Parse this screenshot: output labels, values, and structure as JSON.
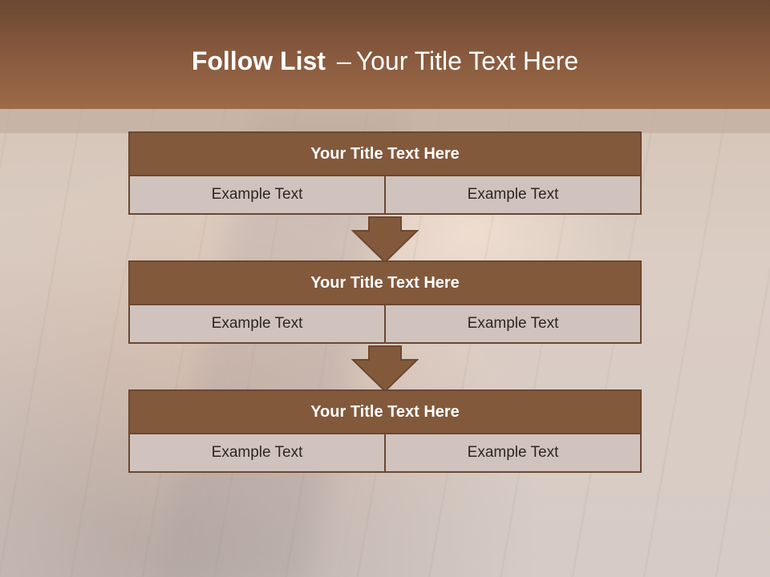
{
  "header": {
    "title_main": "Follow List",
    "title_separator": "–",
    "title_sub": "Your Title Text Here"
  },
  "steps": [
    {
      "title": "Your Title Text Here",
      "cells": [
        "Example Text",
        "Example Text"
      ]
    },
    {
      "title": "Your Title Text Here",
      "cells": [
        "Example Text",
        "Example Text"
      ]
    },
    {
      "title": "Your Title Text Here",
      "cells": [
        "Example Text",
        "Example Text"
      ]
    }
  ],
  "colors": {
    "header_brown": "#8a5b3f",
    "box_title_brown": "#83593c",
    "border_brown": "#6b4730",
    "cell_bg": "#d0c3bd"
  },
  "icons": {
    "connector": "down-arrow-icon"
  }
}
